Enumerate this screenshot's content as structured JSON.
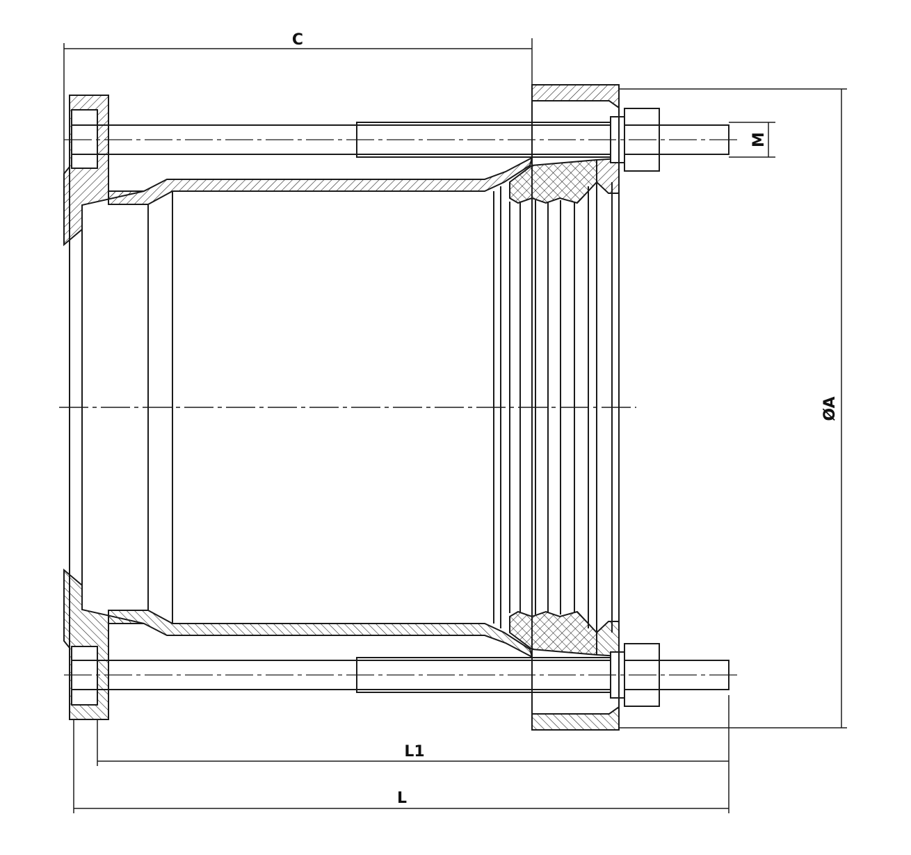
{
  "drawing": {
    "labels": {
      "c": "C",
      "m": "M",
      "diameter_a": "ØA",
      "l1": "L1",
      "l": "L"
    },
    "line_color": "#1a1a1a",
    "background": "#ffffff"
  }
}
